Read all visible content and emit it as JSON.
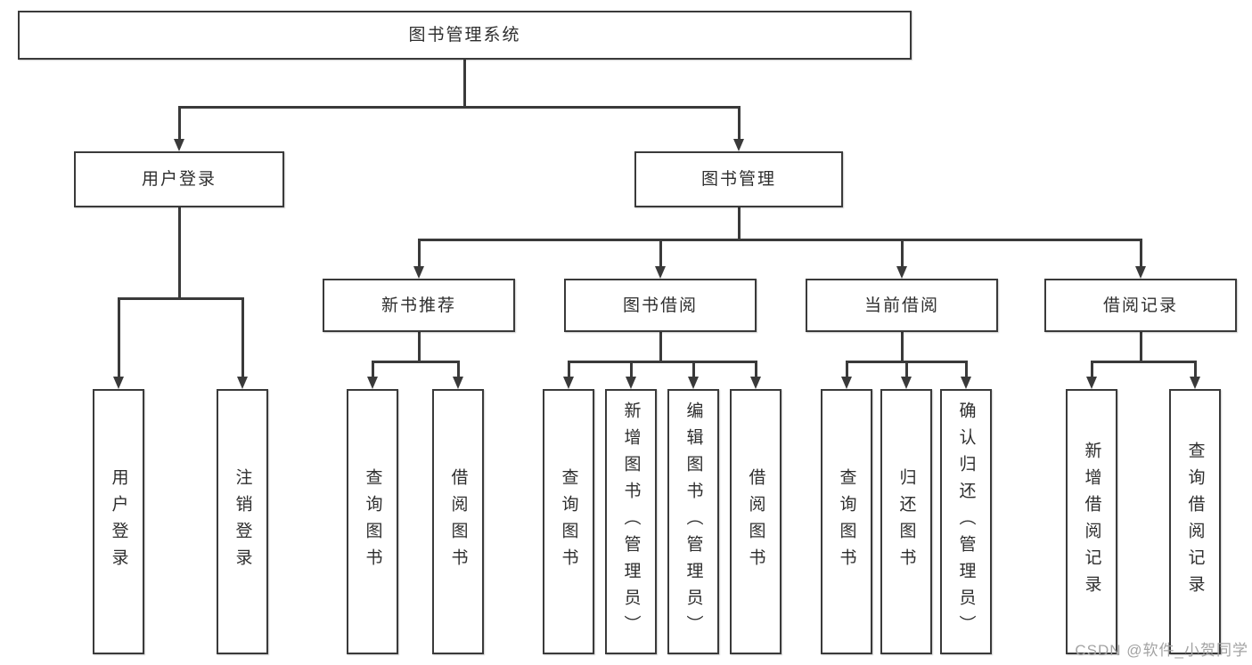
{
  "tree": {
    "root": {
      "label": "图书管理系统",
      "children": [
        {
          "label": "用户登录",
          "children": [
            {
              "label": "用户登录"
            },
            {
              "label": "注销登录"
            }
          ]
        },
        {
          "label": "图书管理",
          "children": [
            {
              "label": "新书推荐",
              "children": [
                {
                  "label": "查询图书"
                },
                {
                  "label": "借阅图书"
                }
              ]
            },
            {
              "label": "图书借阅",
              "children": [
                {
                  "label": "查询图书"
                },
                {
                  "label": "新增图书（管理员）"
                },
                {
                  "label": "编辑图书（管理员）"
                },
                {
                  "label": "借阅图书"
                }
              ]
            },
            {
              "label": "当前借阅",
              "children": [
                {
                  "label": "查询图书"
                },
                {
                  "label": "归还图书"
                },
                {
                  "label": "确认归还（管理员）"
                }
              ]
            },
            {
              "label": "借阅记录",
              "children": [
                {
                  "label": "新增借阅记录"
                },
                {
                  "label": "查询借阅记录"
                }
              ]
            }
          ]
        }
      ]
    }
  },
  "watermark": "CSDN @软件_小贺同学",
  "colors": {
    "line": "#3a3a3a",
    "text": "#2e2e2e",
    "box_fill": "#ffffff",
    "watermark": "#a3a3a3",
    "background": "#ffffff"
  }
}
